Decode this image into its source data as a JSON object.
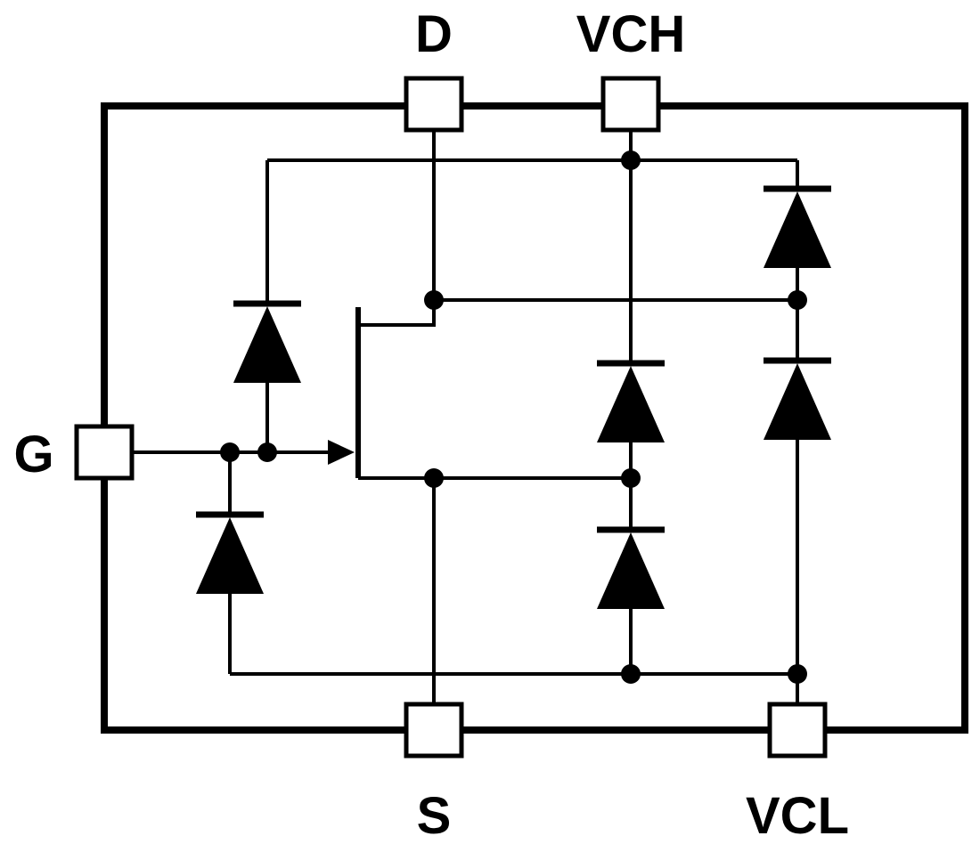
{
  "diagram": {
    "type": "circuit-schematic",
    "background": "#ffffff",
    "line_color": "#000000"
  },
  "pins": {
    "d": {
      "label": "D",
      "side": "top"
    },
    "vch": {
      "label": "VCH",
      "side": "top"
    },
    "g": {
      "label": "G",
      "side": "left"
    },
    "s": {
      "label": "S",
      "side": "bottom"
    },
    "vcl": {
      "label": "VCL",
      "side": "bottom"
    }
  },
  "components": {
    "transistor": {
      "kind": "mosfet-symbol",
      "gate_net": "G",
      "drain_net": "D",
      "source_net": "S",
      "gate_arrow": "points-right"
    },
    "diodes": [
      {
        "id": "gate-upper",
        "anode_net": "G",
        "cathode_net": "VCH-top-rail"
      },
      {
        "id": "gate-lower",
        "anode_net": "VCL-rail",
        "cathode_net": "G"
      },
      {
        "id": "mid-upper",
        "anode_net": "S-node",
        "cathode_net": "VCH"
      },
      {
        "id": "mid-lower",
        "anode_net": "VCL-rail",
        "cathode_net": "S-node"
      },
      {
        "id": "right-upper",
        "anode_net": "D-node",
        "cathode_net": "VCH-top-rail"
      },
      {
        "id": "right-lower",
        "anode_net": "VCL-rail",
        "cathode_net": "D-node"
      }
    ],
    "junction_dot_count": 9
  }
}
